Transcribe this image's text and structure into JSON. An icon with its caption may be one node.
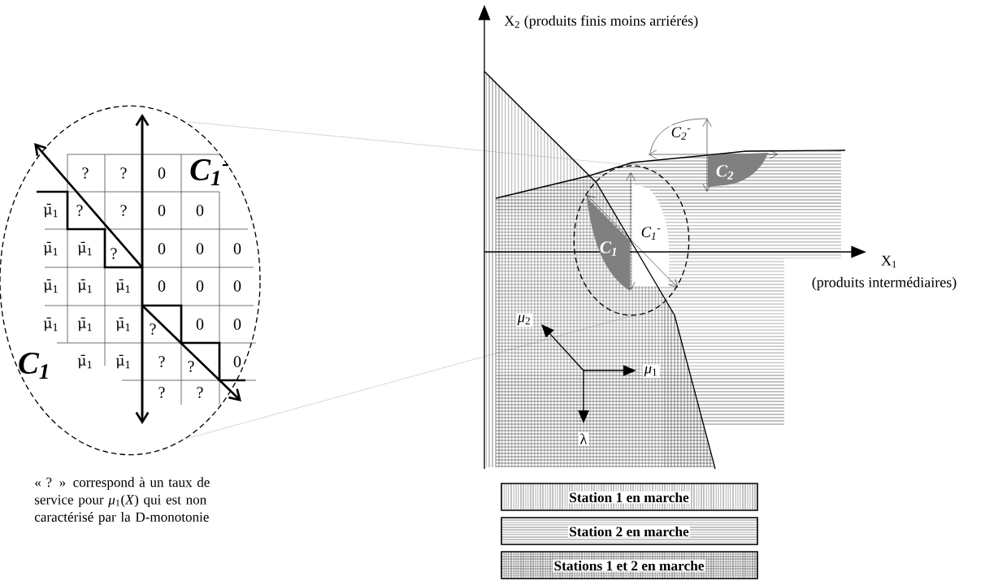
{
  "diagram": {
    "nodes": [
      {
        "text": [],
        "shape": "circle"
      },
      {
        "text": [],
        "shape": "circle"
      },
      {
        "text": [
          "C$_{1}$"
        ],
        "in": 1
      },
      {
        "text": [
          "C$_{2}$"
        ]
      }
    ],
    "edges": [
      {
        "from": 1,
        "to": 0,
        "arrow": "none",
        "style": "dashed"
      },
      {
        "from": 1,
        "to": 0,
        "arrow": "none",
        "style": "dashed"
      }
    ],
    "labels": [
      "?",
      "?",
      "0",
      "C$_{1}$$^{-}$",
      "μ̄$_{1}$",
      "?",
      "?",
      "0",
      "0",
      "μ̄$_{1}$",
      "μ̄$_{1}$",
      "?",
      "0",
      "0",
      "0",
      "μ̄$_{1}$",
      "μ̄$_{1}$",
      "μ̄$_{1}$",
      "0",
      "0",
      "0",
      "μ̄$_{1}$",
      "μ̄$_{1}$",
      "μ̄$_{1}$",
      "?",
      "0",
      "0",
      "C$_{1}$",
      "μ̄$_{1}$",
      "μ̄$_{1}$",
      "?",
      "?",
      "0",
      "?",
      "?",
      "« ? » correspond à un taux de service pour *μ*$_{1}$(*X*) qui est non caractérisé par la D-monotonie",
      "X$_{2}$ (produits finis moins arriérés)",
      "C$_{2}$$^{-}$",
      "C$_{1}$$^{-}$",
      "X$_{1}$",
      "(produits intermédiaires)",
      "*μ*$_{2}$",
      "*μ*$_{1}$",
      "λ"
    ],
    "legend": [
      {
        "text": "Station 1 en marche"
      },
      {
        "text": "Station 2 en marche"
      },
      {
        "text": "Stations 1 et 2 en marche"
      }
    ]
  }
}
